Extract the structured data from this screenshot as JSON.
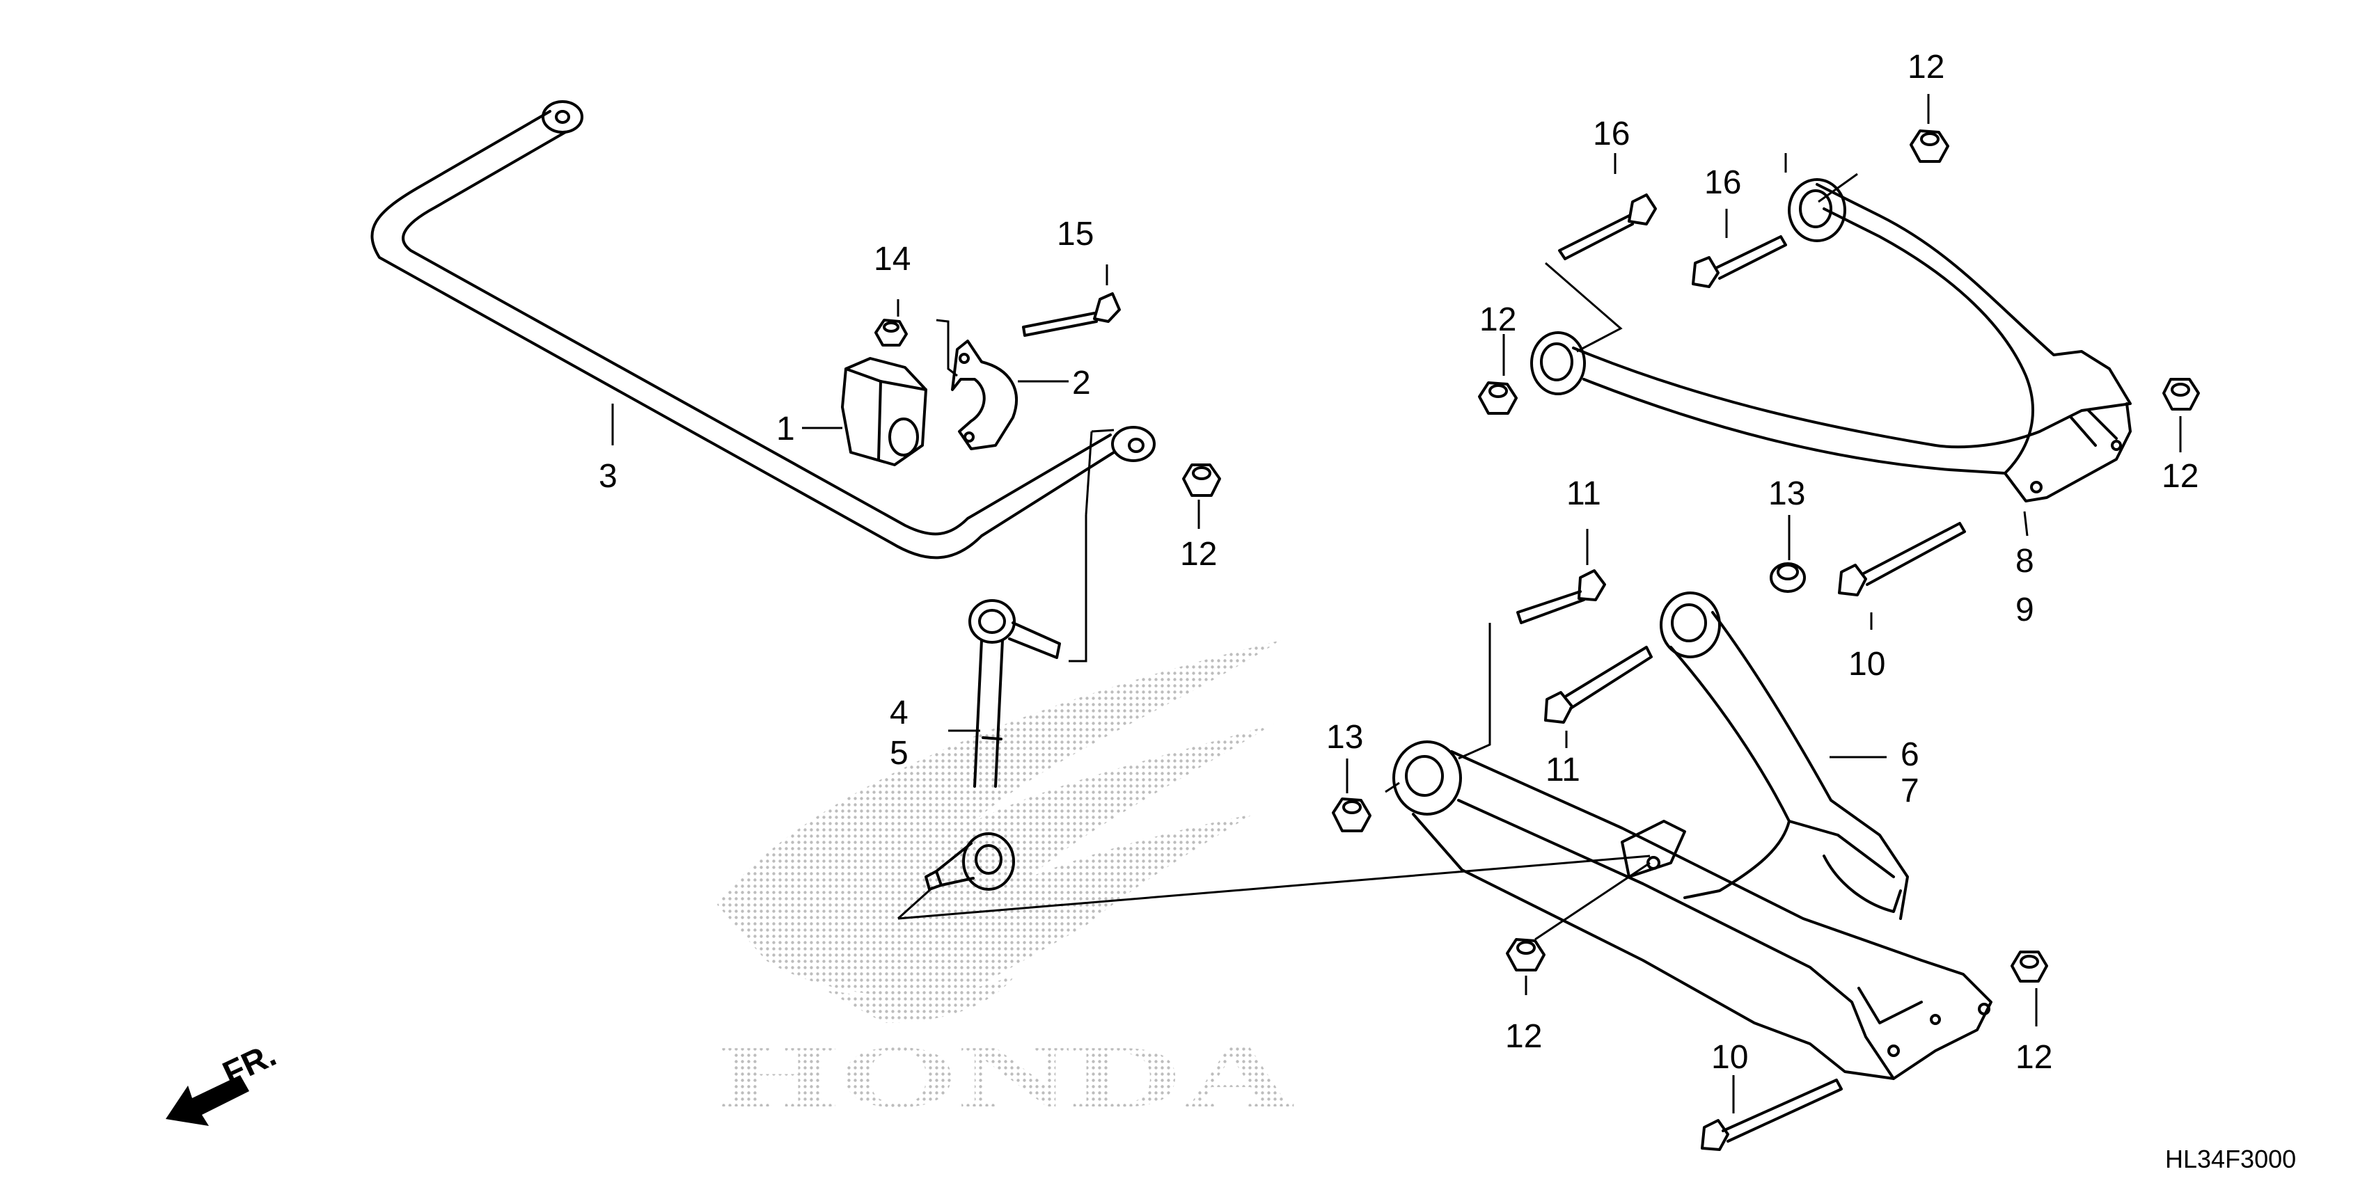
{
  "diagram_code": "HL34F3000",
  "direction_label": "FR.",
  "watermark": {
    "brand": "HONDA",
    "color": "#cfcfcf"
  },
  "line_color": "#000000",
  "callouts": {
    "c1": "1",
    "c2": "2",
    "c3": "3",
    "c4": "4",
    "c5": "5",
    "c6": "6",
    "c7": "7",
    "c8": "8",
    "c9": "9",
    "c10a": "10",
    "c10b": "10",
    "c11a": "11",
    "c11b": "11",
    "c12a": "12",
    "c12b": "12",
    "c12c": "12",
    "c12d": "12",
    "c12e": "12",
    "c12f": "12",
    "c13a": "13",
    "c13b": "13",
    "c14": "14",
    "c15": "15",
    "c16a": "16",
    "c16b": "16"
  }
}
